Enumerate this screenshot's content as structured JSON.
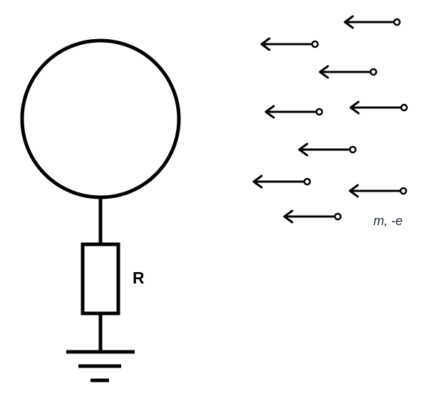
{
  "diagram": {
    "resistor_label": "R",
    "particle_label": "m, -e",
    "colors": {
      "ink": "#000000",
      "label": "#1f2a44",
      "background": "#ffffff"
    },
    "components": [
      "conducting-sphere",
      "wire",
      "resistor",
      "ground-symbol",
      "electron-beam"
    ],
    "particle_direction": "left"
  }
}
